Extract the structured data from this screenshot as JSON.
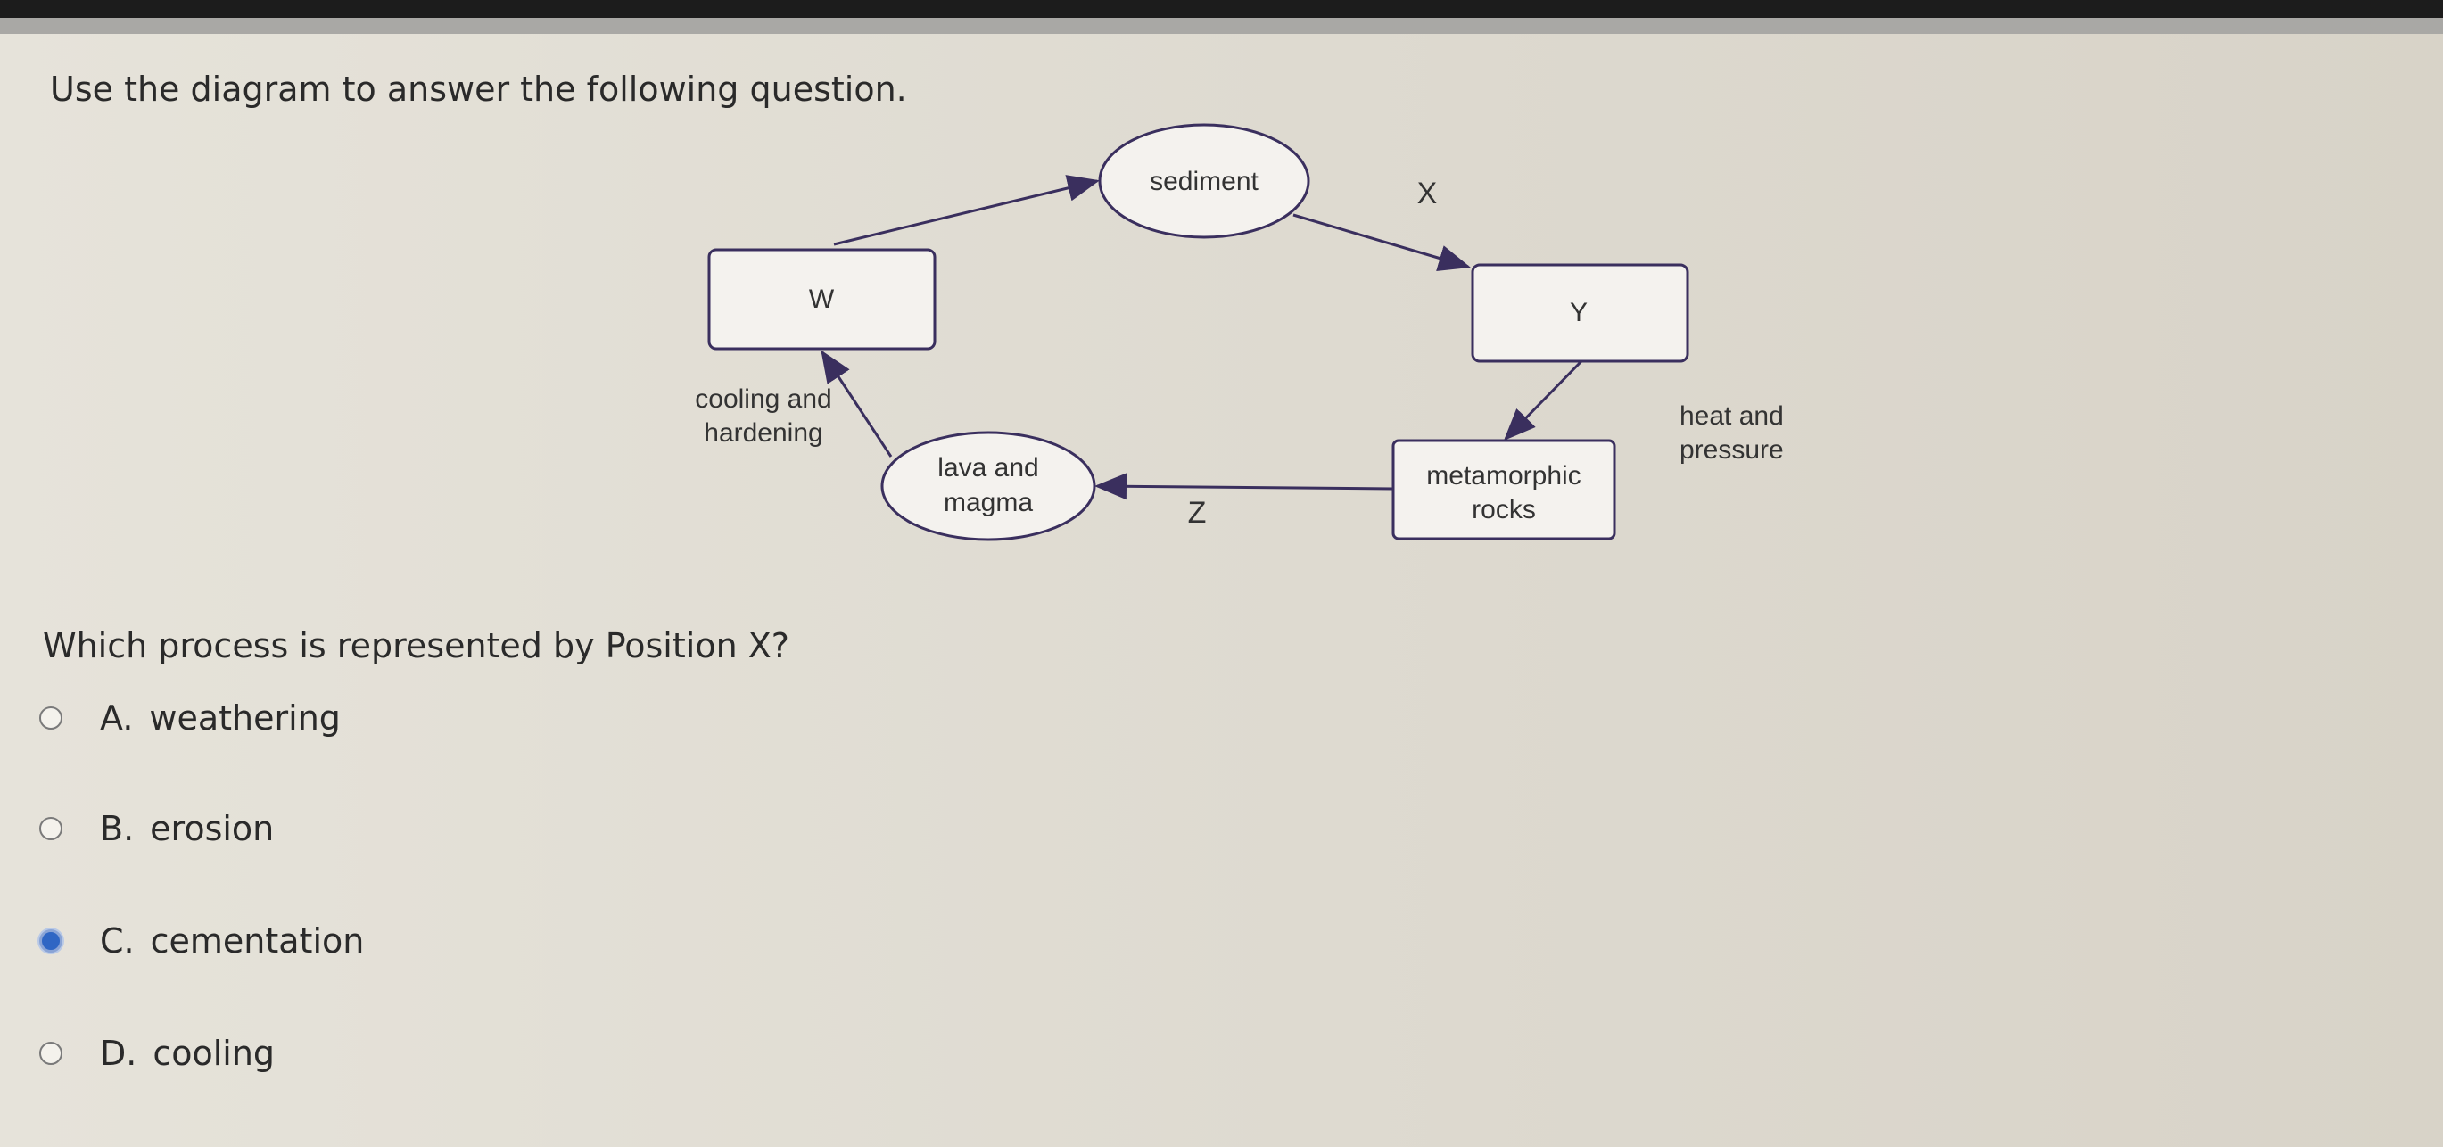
{
  "prompt": "Use the diagram to answer the following question.",
  "diagram": {
    "nodes": {
      "sediment": "sediment",
      "w": "W",
      "y": "Y",
      "metamorphic_line1": "metamorphic",
      "metamorphic_line2": "rocks",
      "lava_line1": "lava and",
      "lava_line2": "magma"
    },
    "labels": {
      "x": "X",
      "z": "Z",
      "cooling_line1": "cooling and",
      "cooling_line2": "hardening",
      "heat_line1": "heat and",
      "heat_line2": "pressure"
    },
    "line_color": "#3a2f5e"
  },
  "question": "Which process is represented by Position X?",
  "options": [
    {
      "letter": "A.",
      "text": "weathering",
      "selected": false
    },
    {
      "letter": "B.",
      "text": "erosion",
      "selected": false
    },
    {
      "letter": "C.",
      "text": "cementation",
      "selected": true
    },
    {
      "letter": "D.",
      "text": "cooling",
      "selected": false
    }
  ]
}
